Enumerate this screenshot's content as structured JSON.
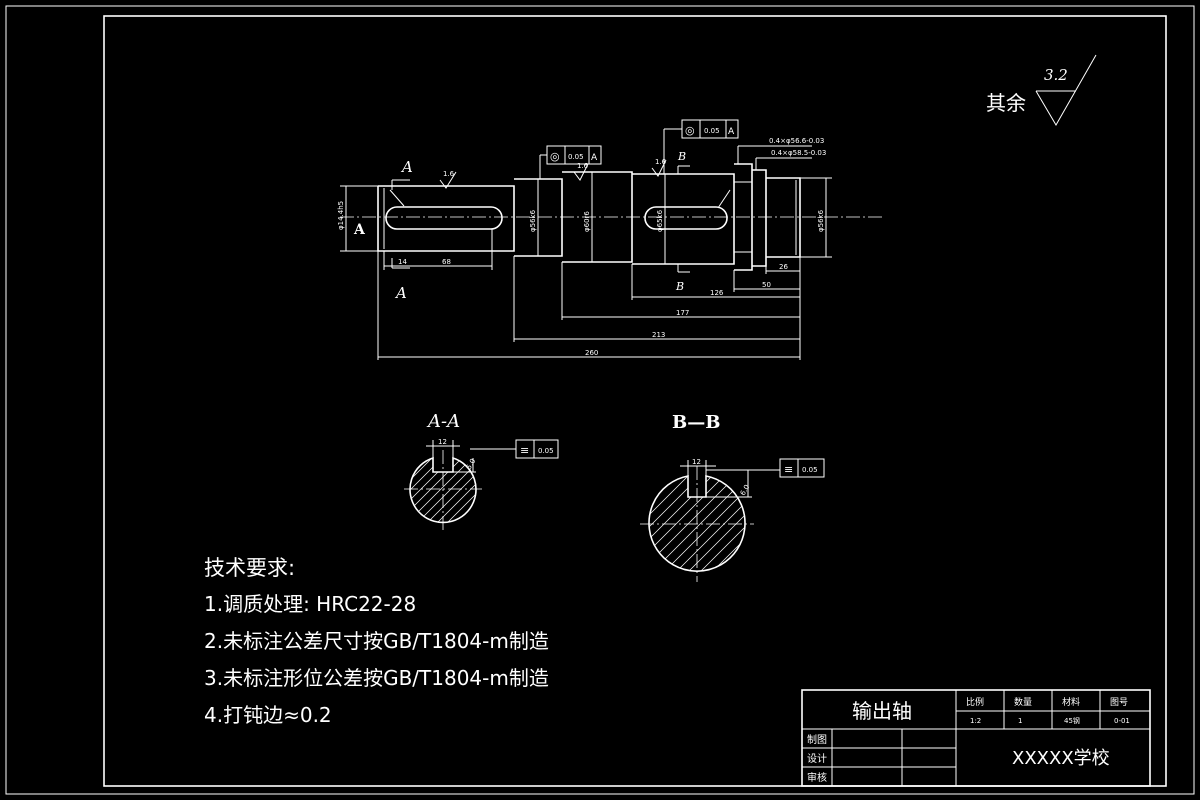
{
  "roughness": {
    "label": "其余",
    "value": "3.2"
  },
  "section_labels": {
    "a_mark": "A",
    "b_mark": "B",
    "aa": "A-A",
    "bb": "B—B",
    "datum": "A"
  },
  "dimensions": {
    "d1": "φ14.4h5",
    "d2": "φ56k6",
    "d3": "φ60r6",
    "d4": "φ65k6",
    "d5": "φ56k6",
    "key1_w": "14",
    "key1_l": "68",
    "len_26": "26",
    "len_50": "50",
    "len_126": "126",
    "len_177": "177",
    "len_213": "213",
    "len_260": "260",
    "sec_a_w": "12",
    "sec_a_d": "5.0",
    "sec_b_w": "12",
    "sec_b_d": "6.0",
    "chamfer1": "0.4×φ56.6-0.03",
    "chamfer2": "0.4×φ58.5-0.03"
  },
  "tolerance_frames": {
    "f1": {
      "symbol": "◎",
      "value": "0.05",
      "datum": "A"
    },
    "f2": {
      "symbol": "◎",
      "value": "0.05",
      "datum": "A"
    },
    "f3": {
      "symbol": "≡",
      "value": "0.05"
    },
    "f4": {
      "symbol": "≡",
      "value": "0.05"
    }
  },
  "roughness_small": "1.6",
  "notes": {
    "title": "技术要求:",
    "items": [
      "1.调质处理: HRC22-28",
      "2.未标注公差尺寸按GB/T1804-m制造",
      "3.未标注形位公差按GB/T1804-m制造",
      "4.打钝边≈0.2"
    ]
  },
  "title_block": {
    "part_name": "输出轴",
    "headers": [
      "比例",
      "数量",
      "材料",
      "图号"
    ],
    "values": [
      "1:2",
      "1",
      "45钢",
      "0-01"
    ],
    "roles": [
      "制图",
      "设计",
      "审核"
    ],
    "school": "XXXXX学校"
  },
  "colors": {
    "background": "#000000",
    "line": "#ffffff"
  }
}
